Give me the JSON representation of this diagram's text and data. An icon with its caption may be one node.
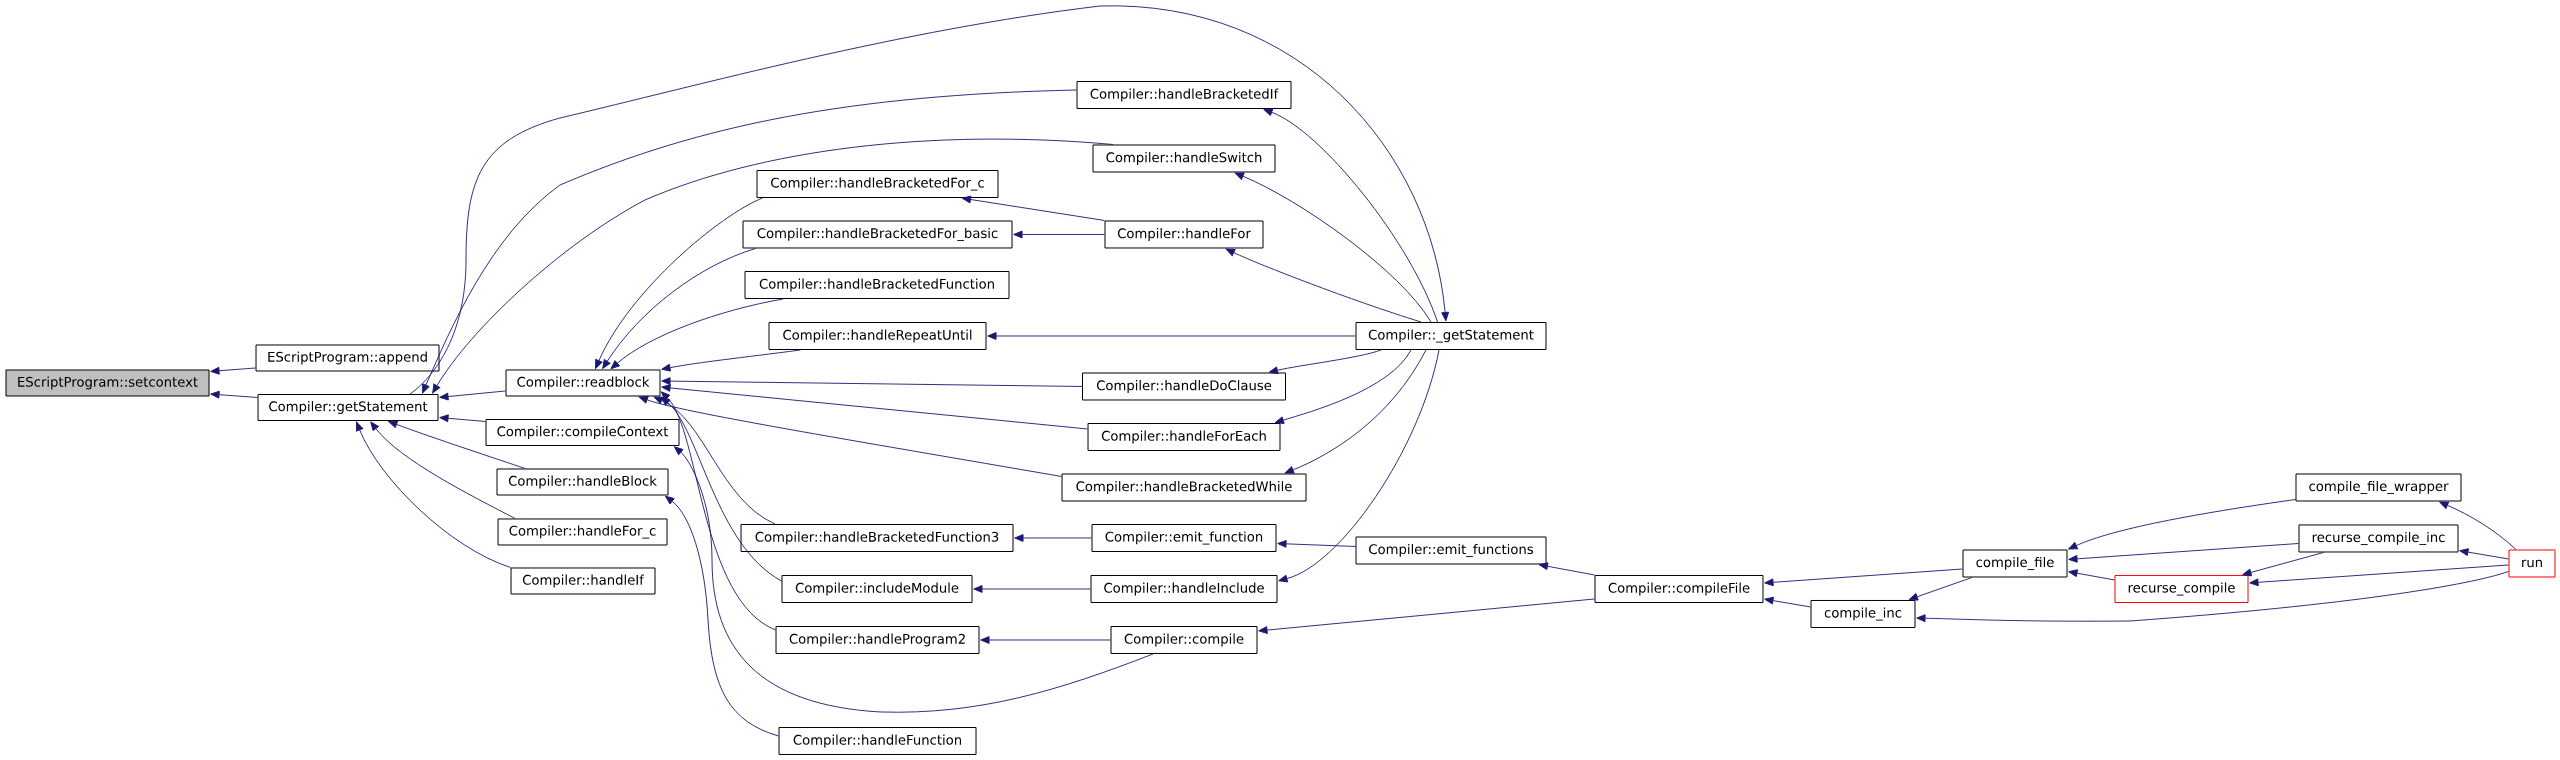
{
  "diagram": {
    "nodes": [
      {
        "text": [
          "EScriptProgram::setcontext"
        ]
      },
      {
        "text": [
          "EScriptProgram::append"
        ]
      },
      {
        "text": [
          "Compiler::getStatement"
        ]
      },
      {
        "text": [
          "Compiler::readblock"
        ]
      },
      {
        "text": [
          "Compiler::compileContext"
        ]
      },
      {
        "text": [
          "Compiler::handleBlock"
        ]
      },
      {
        "text": [
          "Compiler::handleFor_c"
        ]
      },
      {
        "text": [
          "Compiler::handleIf"
        ]
      },
      {
        "text": [
          "Compiler::handleBracketedFor_c"
        ]
      },
      {
        "text": [
          "Compiler::handleBracketedFor_basic"
        ]
      },
      {
        "text": [
          "Compiler::handleBracketedFunction"
        ]
      },
      {
        "text": [
          "Compiler::handleRepeatUntil"
        ]
      },
      {
        "text": [
          "Compiler::handleBracketedFunction3"
        ]
      },
      {
        "text": [
          "Compiler::includeModule"
        ]
      },
      {
        "text": [
          "Compiler::handleProgram2"
        ]
      },
      {
        "text": [
          "Compiler::handleFunction"
        ]
      },
      {
        "text": [
          "Compiler::handleBracketedIf"
        ]
      },
      {
        "text": [
          "Compiler::handleSwitch"
        ]
      },
      {
        "text": [
          "Compiler::handleFor"
        ]
      },
      {
        "text": [
          "Compiler::handleDoClause"
        ]
      },
      {
        "text": [
          "Compiler::handleForEach"
        ]
      },
      {
        "text": [
          "Compiler::handleBracketedWhile"
        ]
      },
      {
        "text": [
          "Compiler::emit_function"
        ]
      },
      {
        "text": [
          "Compiler::handleInclude"
        ]
      },
      {
        "text": [
          "Compiler::compile"
        ]
      },
      {
        "text": [
          "Compiler::_getStatement"
        ]
      },
      {
        "text": [
          "Compiler::emit_functions"
        ]
      },
      {
        "text": [
          "Compiler::compileFile"
        ]
      },
      {
        "text": [
          "compile_inc"
        ]
      },
      {
        "text": [
          "compile_file"
        ]
      },
      {
        "text": [
          "compile_file_wrapper"
        ]
      },
      {
        "text": [
          "recurse_compile_inc"
        ]
      },
      {
        "text": [
          "recurse_compile"
        ]
      },
      {
        "text": [
          "run"
        ]
      }
    ],
    "edges": [
      {
        "from": 1,
        "to": 0,
        "arrow": "to"
      },
      {
        "from": 2,
        "to": 0,
        "arrow": "to"
      },
      {
        "from": 3,
        "to": 2,
        "arrow": "to"
      },
      {
        "from": 4,
        "to": 2,
        "arrow": "to"
      },
      {
        "from": 5,
        "to": 2,
        "arrow": "to"
      },
      {
        "from": 6,
        "to": 2,
        "arrow": "to"
      },
      {
        "from": 7,
        "to": 2,
        "arrow": "to"
      },
      {
        "from": 16,
        "to": 2,
        "arrow": "to"
      },
      {
        "from": 17,
        "to": 2,
        "arrow": "to"
      },
      {
        "from": 2,
        "to": 25,
        "arrow": "to"
      },
      {
        "from": 8,
        "to": 3,
        "arrow": "to"
      },
      {
        "from": 9,
        "to": 3,
        "arrow": "to"
      },
      {
        "from": 10,
        "to": 3,
        "arrow": "to"
      },
      {
        "from": 11,
        "to": 3,
        "arrow": "to"
      },
      {
        "from": 19,
        "to": 3,
        "arrow": "to"
      },
      {
        "from": 20,
        "to": 3,
        "arrow": "to"
      },
      {
        "from": 21,
        "to": 3,
        "arrow": "to"
      },
      {
        "from": 12,
        "to": 3,
        "arrow": "to"
      },
      {
        "from": 13,
        "to": 3,
        "arrow": "to"
      },
      {
        "from": 14,
        "to": 3,
        "arrow": "to"
      },
      {
        "from": 24,
        "to": 4,
        "arrow": "to"
      },
      {
        "from": 15,
        "to": 5,
        "arrow": "to"
      },
      {
        "from": 18,
        "to": 8,
        "arrow": "to"
      },
      {
        "from": 18,
        "to": 9,
        "arrow": "to"
      },
      {
        "from": 25,
        "to": 16,
        "arrow": "to"
      },
      {
        "from": 25,
        "to": 17,
        "arrow": "to"
      },
      {
        "from": 25,
        "to": 18,
        "arrow": "to"
      },
      {
        "from": 25,
        "to": 11,
        "arrow": "to"
      },
      {
        "from": 25,
        "to": 19,
        "arrow": "to"
      },
      {
        "from": 25,
        "to": 20,
        "arrow": "to"
      },
      {
        "from": 25,
        "to": 21,
        "arrow": "to"
      },
      {
        "from": 25,
        "to": 23,
        "arrow": "to"
      },
      {
        "from": 22,
        "to": 12,
        "arrow": "to"
      },
      {
        "from": 26,
        "to": 22,
        "arrow": "to"
      },
      {
        "from": 23,
        "to": 13,
        "arrow": "to"
      },
      {
        "from": 24,
        "to": 14,
        "arrow": "to"
      },
      {
        "from": 27,
        "to": 26,
        "arrow": "to"
      },
      {
        "from": 27,
        "to": 24,
        "arrow": "to"
      },
      {
        "from": 29,
        "to": 27,
        "arrow": "to"
      },
      {
        "from": 28,
        "to": 27,
        "arrow": "to"
      },
      {
        "from": 29,
        "to": 28,
        "arrow": "to"
      },
      {
        "from": 30,
        "to": 29,
        "arrow": "to"
      },
      {
        "from": 31,
        "to": 29,
        "arrow": "to"
      },
      {
        "from": 32,
        "to": 29,
        "arrow": "to"
      },
      {
        "from": 31,
        "to": 32,
        "arrow": "to"
      },
      {
        "from": 33,
        "to": 30,
        "arrow": "to"
      },
      {
        "from": 33,
        "to": 31,
        "arrow": "to"
      },
      {
        "from": 33,
        "to": 32,
        "arrow": "to"
      },
      {
        "from": 33,
        "to": 28,
        "arrow": "to"
      }
    ]
  }
}
